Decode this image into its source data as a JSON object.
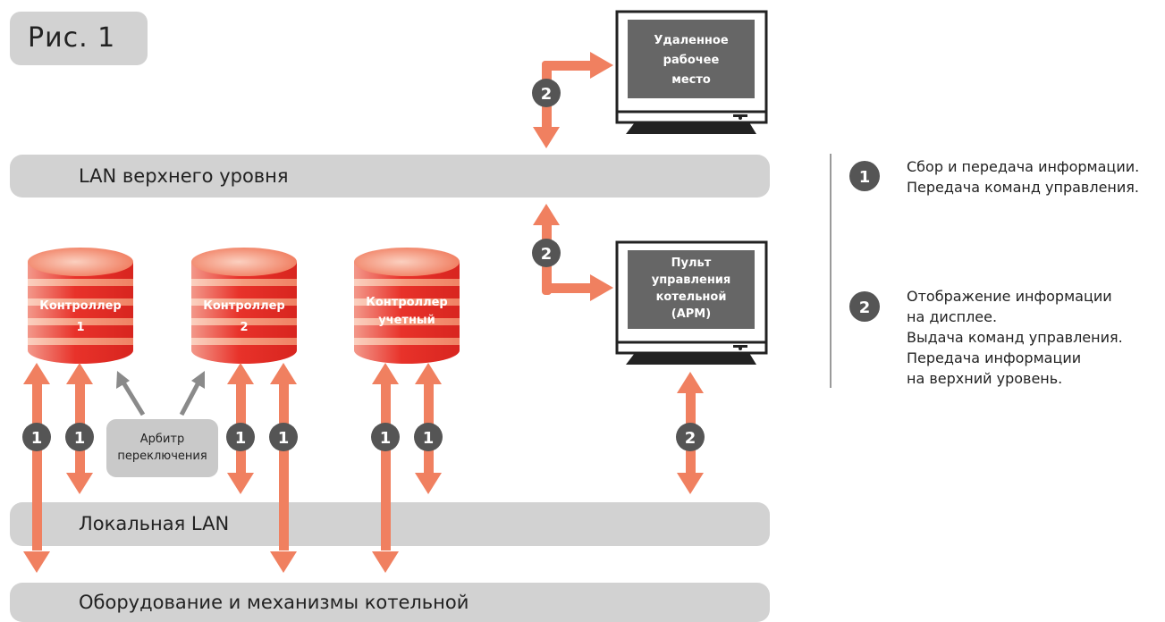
{
  "figure_label": "Рис. 1",
  "buses": {
    "upper": "LAN верхнего уровня",
    "local": "Локальная LAN",
    "equipment": "Оборудование и механизмы котельной"
  },
  "controllers": [
    {
      "line1": "Контроллер",
      "line2": "1"
    },
    {
      "line1": "Контроллер",
      "line2": "2"
    },
    {
      "line1": "Контроллер",
      "line2": "учетный"
    }
  ],
  "monitors": {
    "remote": [
      "Удаленное",
      "рабочее",
      "место"
    ],
    "console": [
      "Пульт",
      "управления",
      "котельной",
      "(АРМ)"
    ]
  },
  "arbiter": [
    "Арбитр",
    "переключения"
  ],
  "legend": {
    "item1": {
      "number": "1",
      "lines": [
        "Сбор и передача информации.",
        "Передача команд управления."
      ]
    },
    "item2": {
      "number": "2",
      "lines": [
        "Отображение информации",
        "на дисплее.",
        "Выдача команд управления.",
        "Передача информации",
        "на верхний уровень."
      ]
    }
  },
  "colors": {
    "arrow": "#f08060",
    "controller_red": "#e8322a",
    "controller_light": "#f7a58a",
    "bus_gray": "#d2d2d2",
    "badge": "#555555",
    "monitor_screen": "#666666"
  }
}
